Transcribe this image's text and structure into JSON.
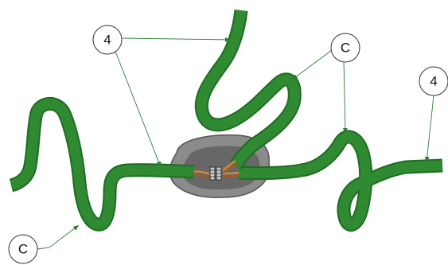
{
  "diagram": {
    "callouts": [
      {
        "id": "callout-4-top",
        "label": "4"
      },
      {
        "id": "callout-c-top",
        "label": "C"
      },
      {
        "id": "callout-4-right",
        "label": "4"
      },
      {
        "id": "callout-c-bottom",
        "label": "C"
      }
    ],
    "colors": {
      "cable": "#2f8a31",
      "cable_outline": "#1f6d22",
      "splice_outer": "#8a8a8a",
      "splice_inner": "#666666",
      "wire_orange": "#d8843a",
      "leader": "#2e7d32"
    }
  }
}
